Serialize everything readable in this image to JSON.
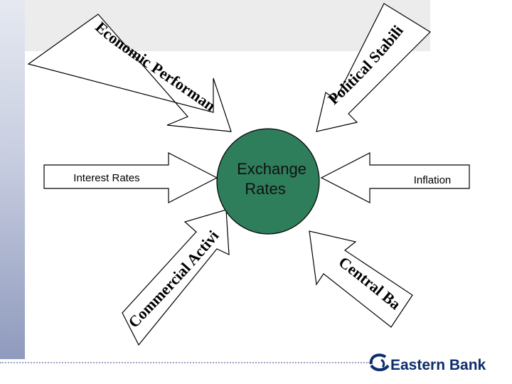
{
  "diagram": {
    "center": {
      "line1": "Exchange",
      "line2": "Rates",
      "fill": "#2e7d5b"
    },
    "factors": {
      "economic_performance": "Economic Performance",
      "political_stability": "Political Stability",
      "interest_rates": "Interest Rates",
      "inflation": "Inflation",
      "commercial_activity": "Commercial Activity",
      "central_bank": "Central Bank"
    }
  },
  "brand": {
    "name": "Eastern Bank",
    "logo_icon": "eastern-bank-swirl-icon",
    "color": "#0d2d6c"
  }
}
